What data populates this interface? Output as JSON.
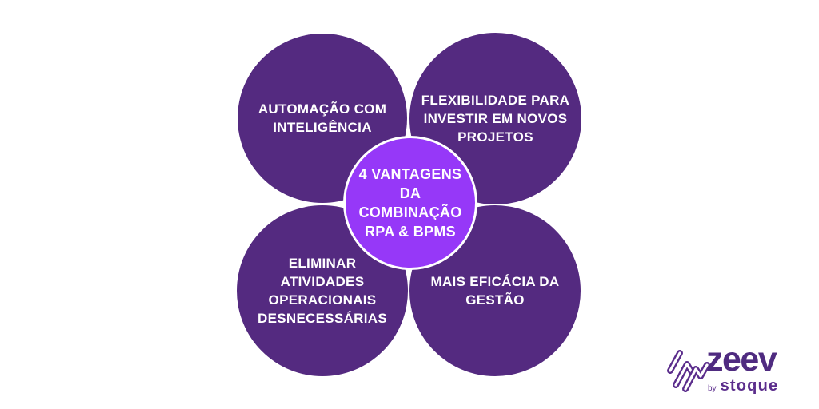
{
  "page": {
    "background": "#ffffff"
  },
  "diagram": {
    "fill": "#542a80",
    "text_color": "#ffffff",
    "center": {
      "fill": "#9638f8",
      "text_color": "#ffffff",
      "lines": [
        "4 VANTAGENS",
        "DA",
        "COMBINAÇÃO",
        "RPA & BPMS"
      ]
    },
    "circles": [
      {
        "id": "top-left",
        "lines": [
          "AUTOMAÇÃO COM",
          "INTELIGÊNCIA"
        ]
      },
      {
        "id": "top-right",
        "lines": [
          "FLEXIBILIDADE PARA",
          "INVESTIR EM NOVOS",
          "PROJETOS"
        ]
      },
      {
        "id": "bottom-left",
        "lines": [
          "ELIMINAR",
          "ATIVIDADES",
          "OPERACIONAIS",
          "DESNECESSÁRIAS"
        ]
      },
      {
        "id": "bottom-right",
        "lines": [
          "MAIS EFICÁCIA DA",
          "GESTÃO"
        ]
      }
    ]
  },
  "logo": {
    "brand": "zeev",
    "by_label": "by",
    "company": "stoque",
    "color": "#4f2b80"
  }
}
